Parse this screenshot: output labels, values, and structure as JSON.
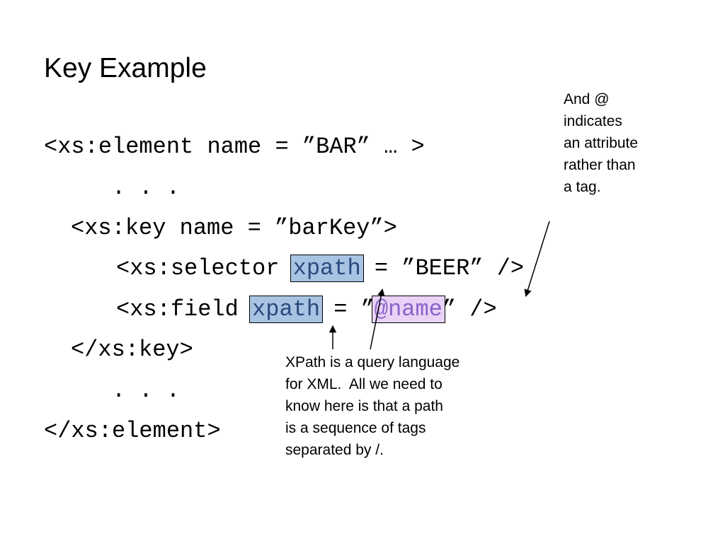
{
  "slide": {
    "title": "Key Example"
  },
  "code_lines": {
    "line1": "<xs:element name = ”BAR” … >",
    "line2": ". . .",
    "line3": "<xs:key name = ”barKey”>",
    "line4_start": "<xs:selector ",
    "line4_highlight": "xpath",
    "line4_end": " = ”BEER” />",
    "line5_start": "<xs:field ",
    "line5_highlight": "xpath",
    "line5_middle": " = ”",
    "line5_attr": "@name",
    "line5_end": "” />",
    "line6": "</xs:key>",
    "line7": ". . .",
    "line8": "</xs:element>"
  },
  "notes": {
    "attribute_note": "And @\nindicates\nan attribute\nrather than\na tag.",
    "xpath_note": "XPath is a query language\nfor XML.  All we need to\nknow here is that a path\nis a sequence of tags\nseparated by /."
  },
  "colors": {
    "xpath_highlight": "#a9c3e3",
    "xpath_text": "#2a4a7e",
    "attr_highlight": "#e8d3f7",
    "attr_text": "#8a63c8"
  }
}
